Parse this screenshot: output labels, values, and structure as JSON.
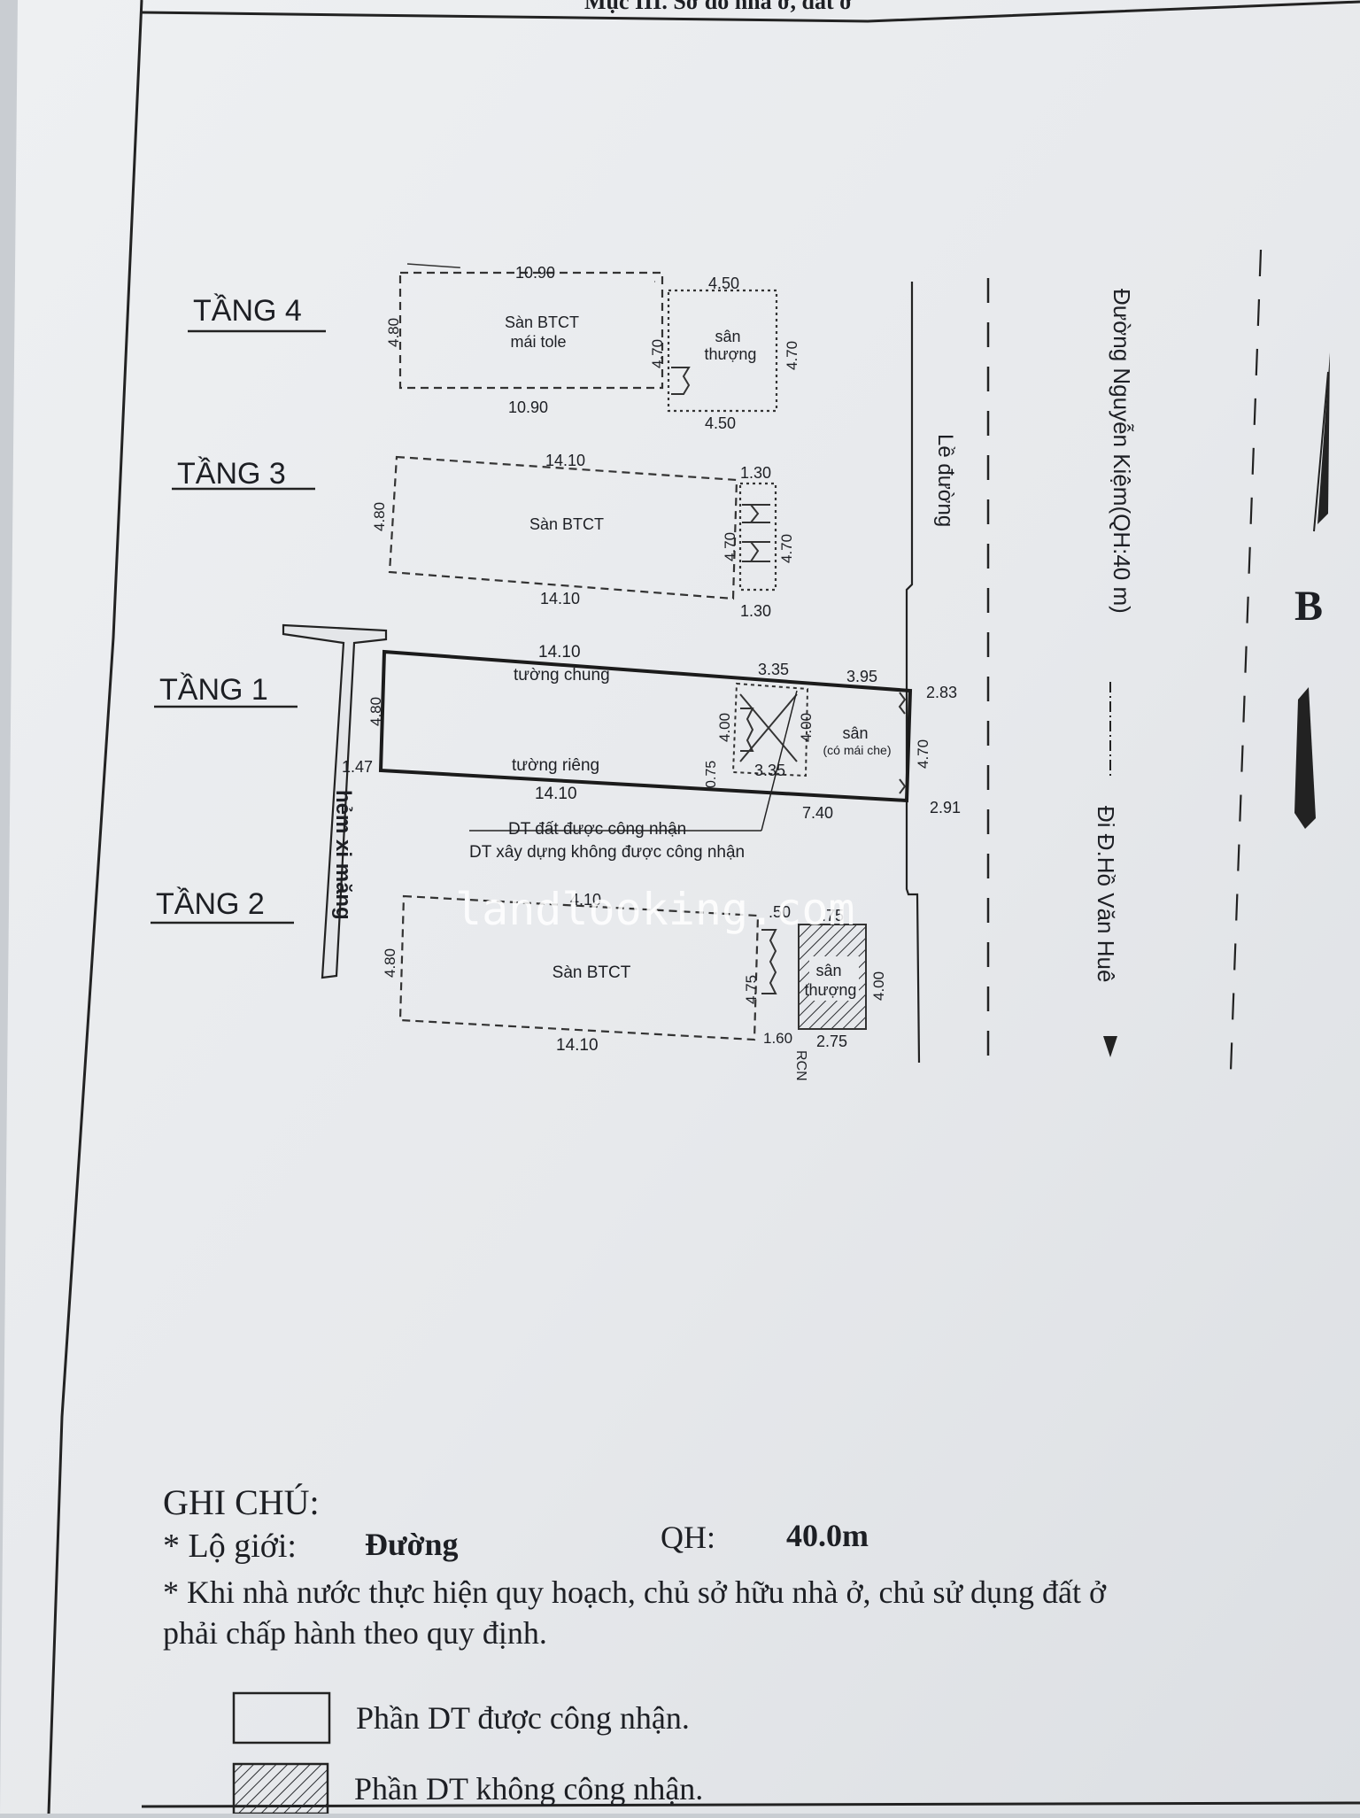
{
  "header": {
    "section_title": "Mục III. Sơ đồ nhà ở, đất ở"
  },
  "floors": {
    "floor4": {
      "label": "TẦNG 4",
      "room_line1": "Sàn BTCT",
      "room_line2": "mái tole",
      "terrace_line1": "sân",
      "terrace_line2": "thượng",
      "dim_top_length": "10.90",
      "dim_top_terrace": "4.50",
      "dim_bottom_length": "10.90",
      "dim_bottom_terrace": "4.50",
      "dim_width": "4.80",
      "dim_inner": "4.70",
      "dim_right": "4.70"
    },
    "floor3": {
      "label": "TẦNG 3",
      "room": "Sàn BTCT",
      "dim_top_length": "14.10",
      "dim_top_right": "1.30",
      "dim_bottom_length": "14.10",
      "dim_bottom_right": "1.30",
      "dim_width": "4.80",
      "dim_inner": "4.70",
      "dim_right": "4.70"
    },
    "floor1": {
      "label": "TẦNG 1",
      "common_wall": "tường chung",
      "private_wall": "tường riêng",
      "yard_line1": "sân",
      "yard_line2": "(có mái che)",
      "dim_top_length": "14.10",
      "dim_top_seg1": "3.35",
      "dim_top_seg2": "3.95",
      "dim_mid_length": "14.10",
      "dim_bottom_right": "7.40",
      "dim_inner_seg": "3.35",
      "dim_width": "4.80",
      "dim_stair1": "4.00",
      "dim_stair2": "4.00",
      "dim_small": "0.75",
      "dim_right": "4.70",
      "offset_left": "1.47",
      "offset_top_right": "2.83",
      "offset_bottom_right": "2.91"
    },
    "floor2": {
      "label": "TẦNG 2",
      "room": "Sàn BTCT",
      "terrace_line1": "sân",
      "terrace_line2": "thượng",
      "dim_top_length": "4.10",
      "dim_top_seg1": ".50",
      "dim_top_seg2": ".75",
      "dim_bottom_length": "14.10",
      "dim_bottom_seg1": "1.60",
      "dim_bottom_seg2": "2.75",
      "dim_width": "4.80",
      "dim_inner": "4.75",
      "dim_right": "4.00",
      "rcn": "RCN"
    }
  },
  "site": {
    "alley_label": "hẻm xi măng",
    "sidewalk_label": "Lề đường",
    "road_label": "Đường Nguyễn Kiệm(QH:40 m)",
    "direction_label": "Đi Đ.Hồ Văn Huê",
    "recognized_area": "DT đất được công nhận",
    "unrecognized_area": "DT xây dựng không được công nhận",
    "north_label": "B"
  },
  "watermark": "landlooking.com",
  "notes": {
    "title": "GHI CHÚ:",
    "setback_label": "* Lộ giới:",
    "setback_type": "Đường",
    "qh_label": "QH:",
    "qh_value": "40.0m",
    "note_line1": "* Khi nhà nước thực hiện quy hoạch, chủ sở hữu nhà ở, chủ sử dụng đất ở",
    "note_line2": "phải chấp hành theo quy định."
  },
  "legend": {
    "recognized": "Phần DT được công nhận.",
    "not_recognized": "Phần DT không công nhận."
  }
}
